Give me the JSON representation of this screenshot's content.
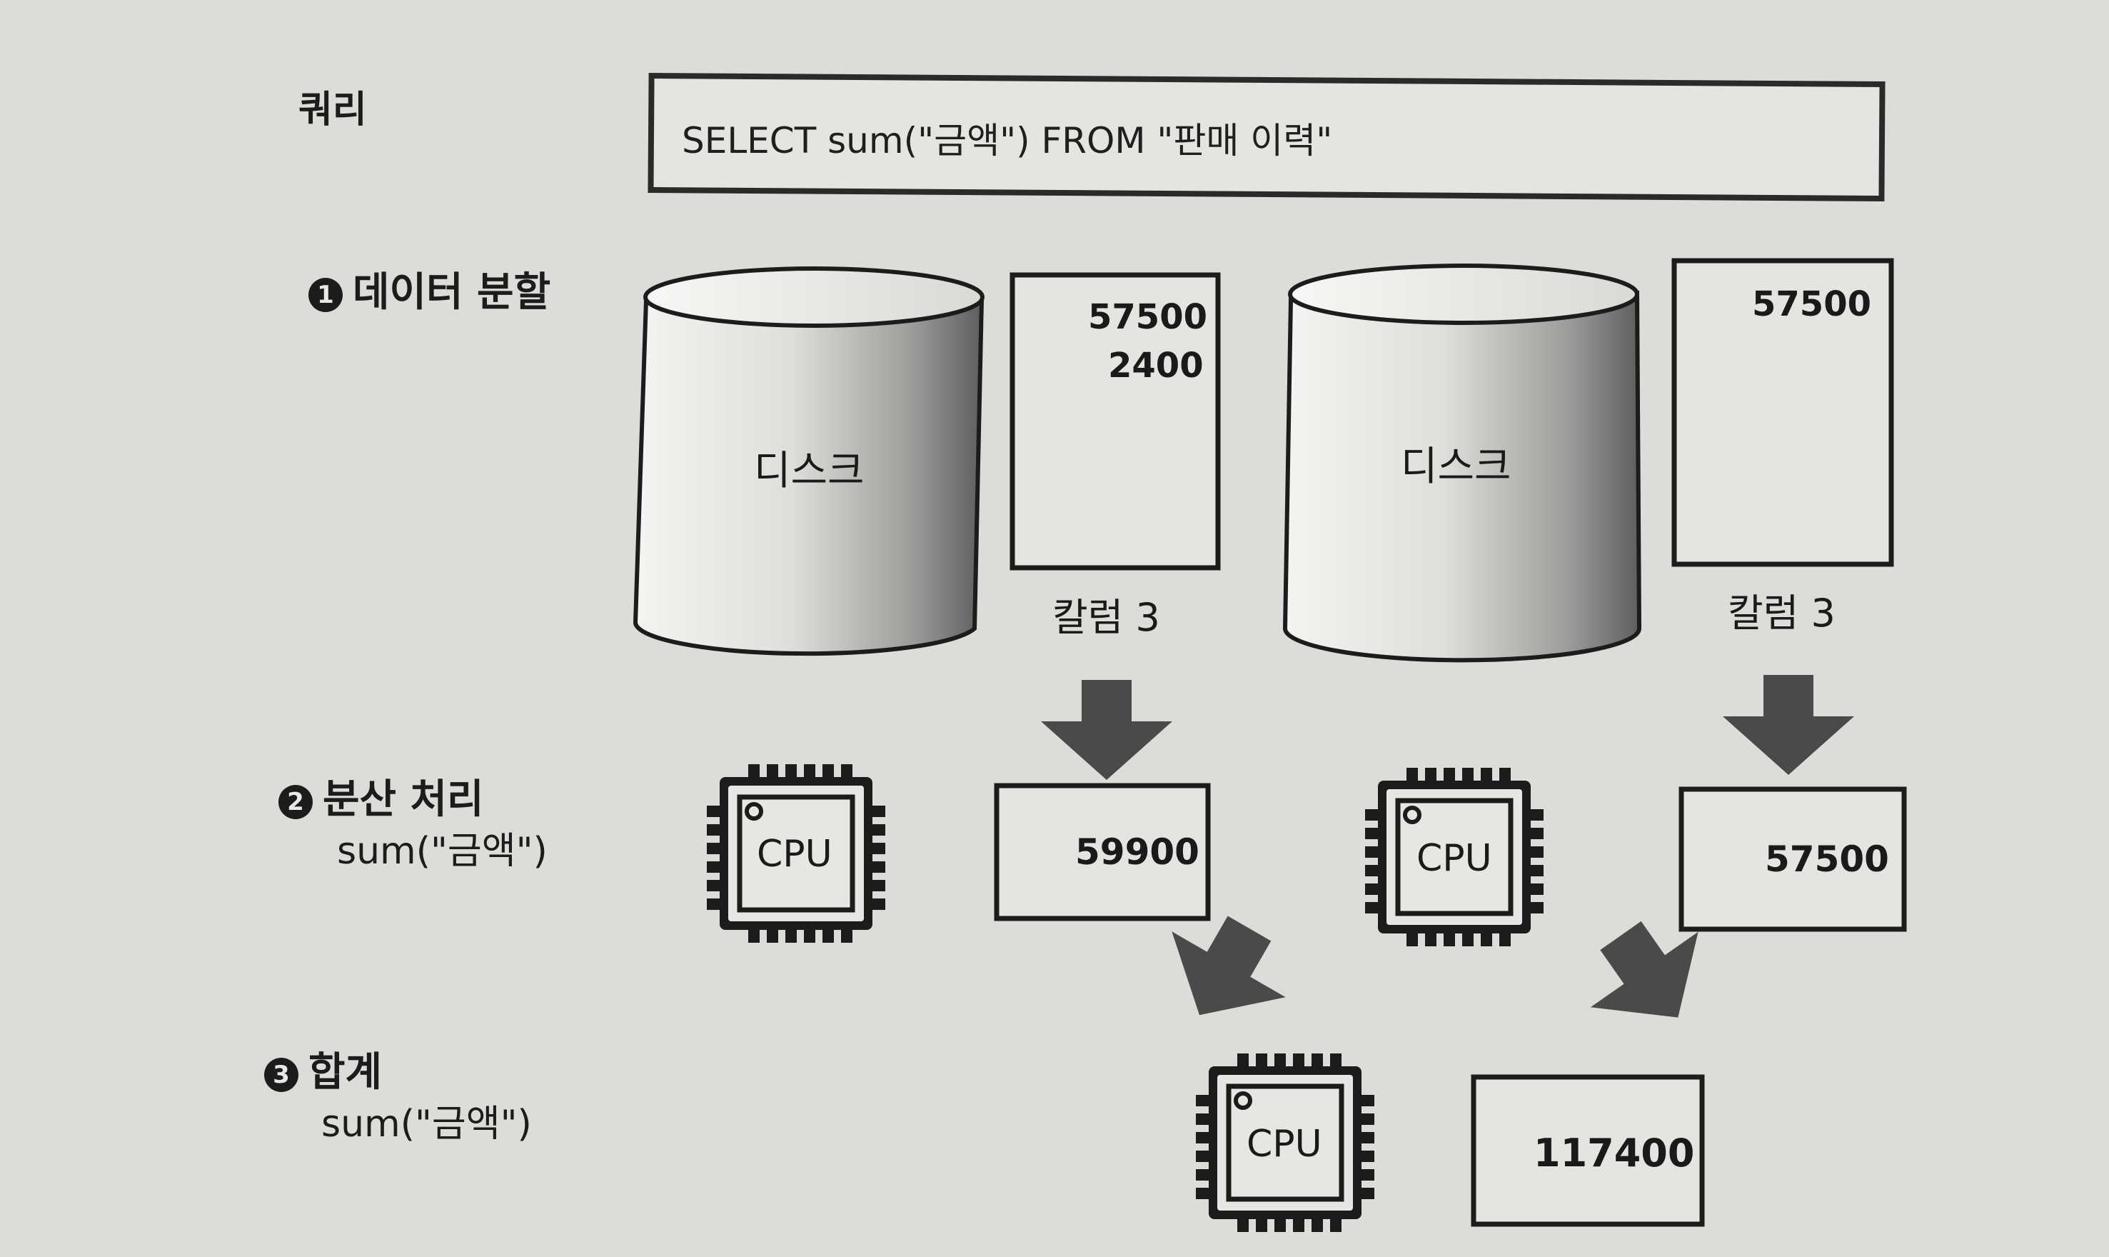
{
  "query": {
    "label": "쿼리",
    "sql": "SELECT sum(\"금액\") FROM \"판매 이력\""
  },
  "steps": [
    {
      "num": "1",
      "title": "데이터 분할",
      "sub": ""
    },
    {
      "num": "2",
      "title": "분산 처리",
      "sub": "sum(\"금액\")"
    },
    {
      "num": "3",
      "title": "합계",
      "sub": "sum(\"금액\")"
    }
  ],
  "nodes": [
    {
      "disk_label": "디스크",
      "column_values": [
        "57500",
        "2400"
      ],
      "column_label": "칼럼 3",
      "cpu_label": "CPU",
      "partial_result": "59900"
    },
    {
      "disk_label": "디스크",
      "column_values": [
        "57500"
      ],
      "column_label": "칼럼 3",
      "cpu_label": "CPU",
      "partial_result": "57500"
    }
  ],
  "total": {
    "cpu_label": "CPU",
    "result": "117400"
  },
  "colors": {
    "background": "#dcdcd9",
    "ink": "#1c1c1c",
    "arrow": "#4a4a4a"
  }
}
